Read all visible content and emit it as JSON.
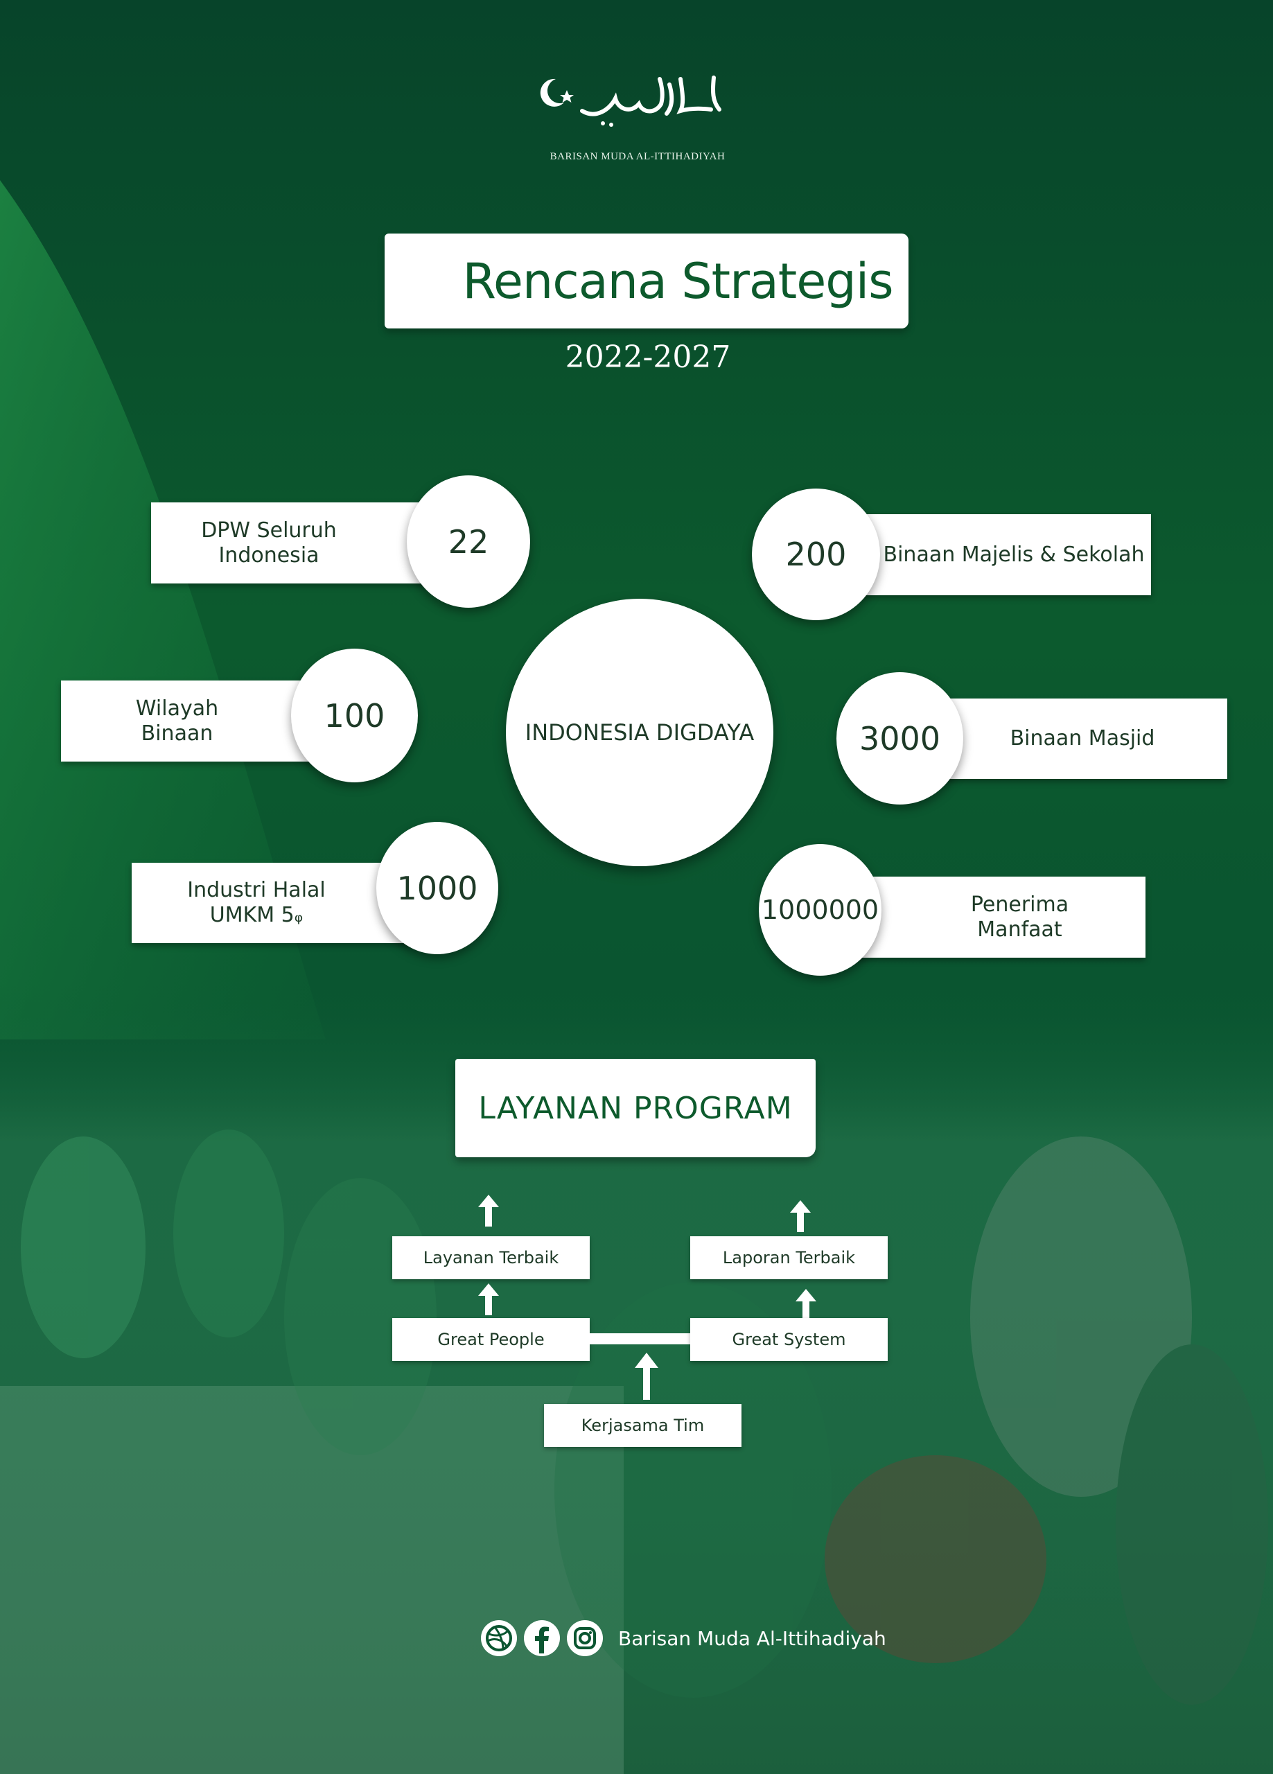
{
  "logo": {
    "subtitle": "BARISAN MUDA AL-ITTIHADIYAH"
  },
  "title": {
    "heading": "Rencana Strategis",
    "years": "2022-2027"
  },
  "hub": {
    "label": "INDONESIA DIGDAYA"
  },
  "stats": [
    {
      "value": "22",
      "label": "DPW  Seluruh\nIndonesia"
    },
    {
      "value": "200",
      "label": "Binaan   Majelis & Sekolah"
    },
    {
      "value": "100",
      "label": "Wilayah\nBinaan"
    },
    {
      "value": "3000",
      "label": "Binaan Masjid"
    },
    {
      "value": "1000",
      "label": "Industri Halal\nUMKM  5ᵩ"
    },
    {
      "value": "1000000",
      "label": "Penerima\nManfaat"
    }
  ],
  "program": {
    "heading": "LAYANAN PROGRAM",
    "layanan_terbaik": "Layanan Terbaik",
    "laporan_terbaik": "Laporan Terbaik",
    "great_people": "Great People",
    "great_system": "Great System",
    "kerjasama_tim": "Kerjasama Tim"
  },
  "footer": {
    "handle": "Barisan Muda Al-Ittihadiyah",
    "icons": [
      "dribbble-icon",
      "facebook-icon",
      "instagram-icon"
    ]
  },
  "colors": {
    "dark_green": "#0a4a24",
    "mid_green": "#0f6a35",
    "white": "#ffffff",
    "text": "#1e3a27"
  }
}
